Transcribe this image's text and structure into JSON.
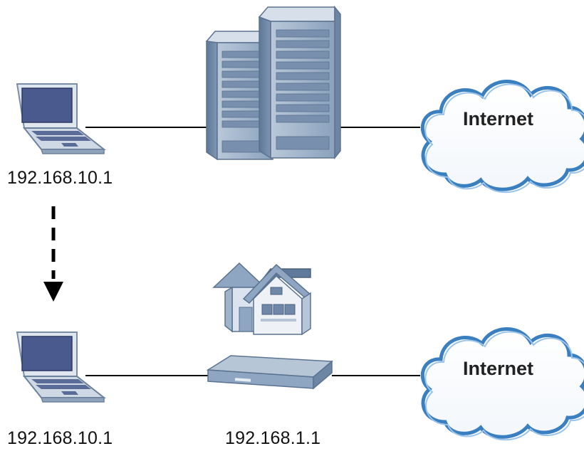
{
  "diagram": {
    "top_row": {
      "laptop_ip": "192.168.10.1",
      "cloud_label": "Internet"
    },
    "bottom_row": {
      "laptop_ip": "192.168.10.1",
      "router_ip": "192.168.1.1",
      "cloud_label": "Internet"
    }
  },
  "colors": {
    "device_blue": "#7d96b2",
    "device_light": "#c8d4e2",
    "screen": "#4b5a8e",
    "cloud_outline": "#3a7fc0",
    "line": "#000000"
  },
  "icons": [
    "laptop-icon",
    "server-icon",
    "cloud-icon",
    "house-icon",
    "router-icon",
    "arrow-down-icon"
  ]
}
